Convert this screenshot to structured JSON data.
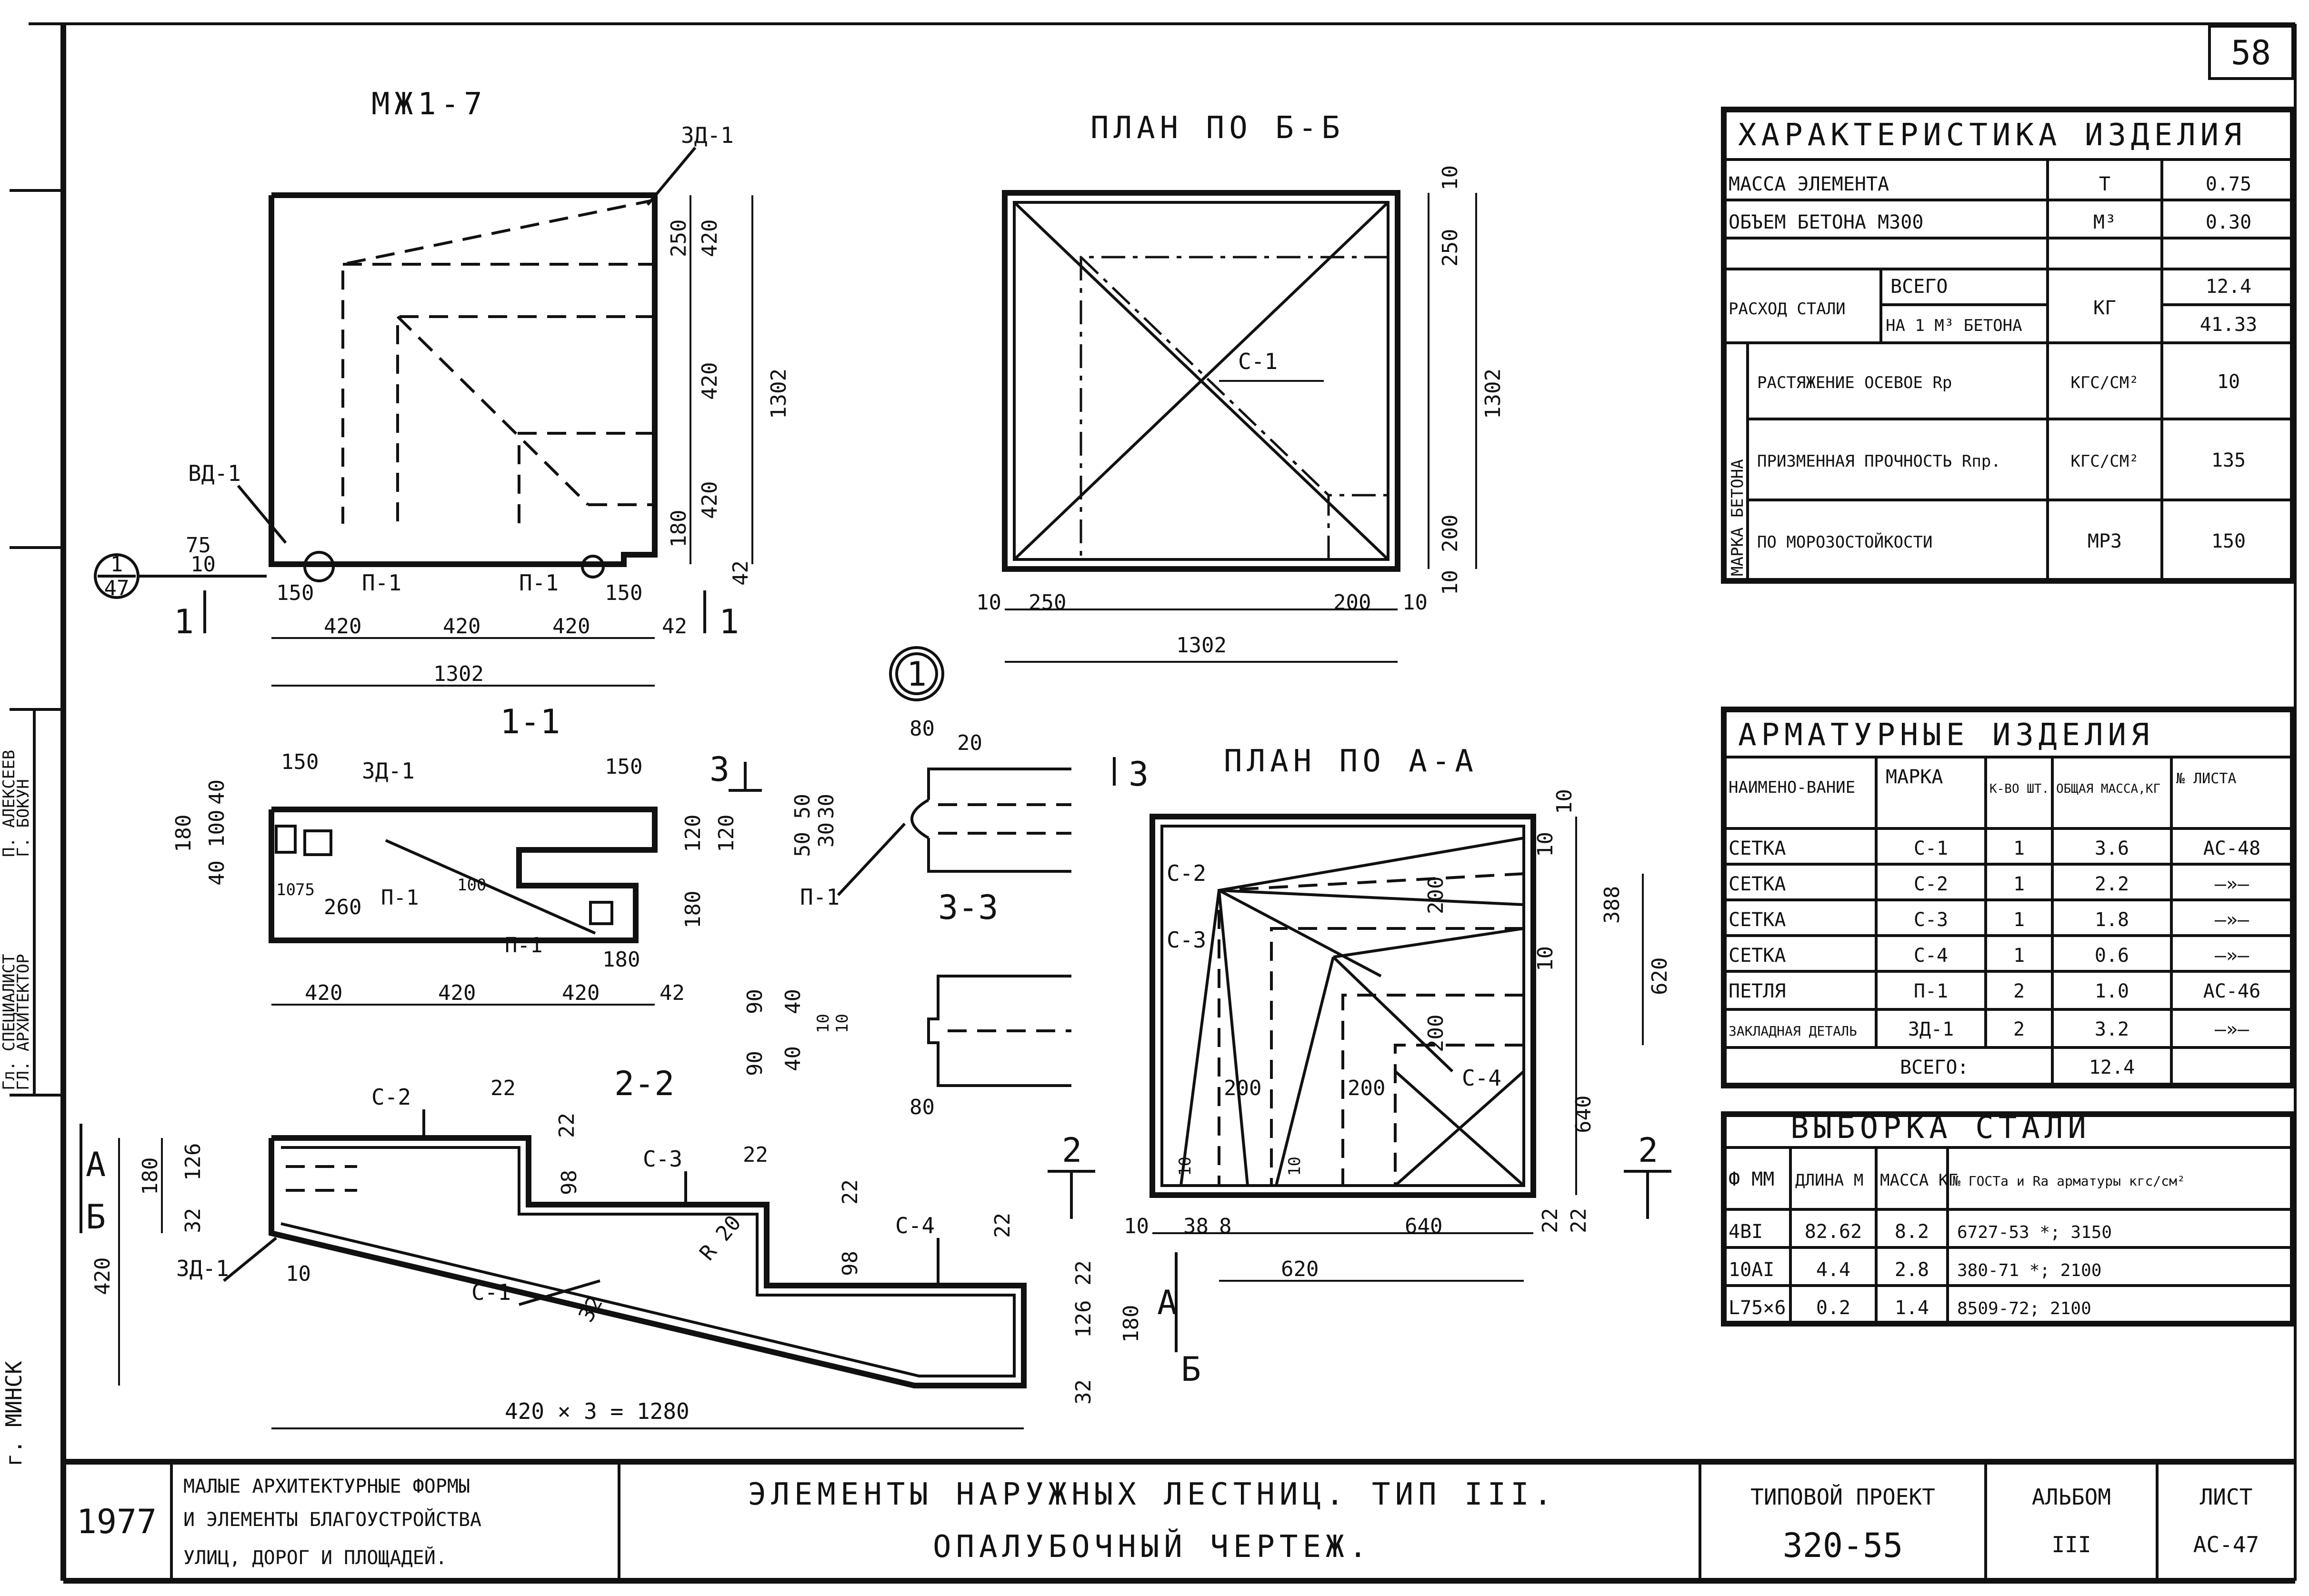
{
  "sheet": {
    "page_number": "58",
    "left_margin": {
      "city": "г. МИНСК",
      "roles": [
        "ГЛ. АРХИТЕКТОР",
        "Гл. СПЕЦИАЛИСТ"
      ],
      "names": [
        "Г. БОКУН",
        "П. АЛЕКСЕЕВ"
      ]
    }
  },
  "views": {
    "mzh": {
      "title": "МЖ1-7",
      "cut_label": "1-1"
    },
    "plan_bb": {
      "title": "ПЛАН ПО Б-Б"
    },
    "plan_aa": {
      "title": "ПЛАН ПО А-А"
    },
    "s22": {
      "title": "2-2"
    },
    "s33": {
      "title": "3-3"
    },
    "node": {
      "label": "1"
    },
    "callout": {
      "top": "1",
      "bottom": "47"
    }
  },
  "labels": {
    "zd1": "ЗД-1",
    "vd1": "ВД-1",
    "p1": "П-1",
    "c1": "С-1",
    "c2": "С-2",
    "c3": "С-3",
    "c4": "С-4",
    "r20": "R 20",
    "cut1": "1",
    "cut2": "2",
    "cut3": "3",
    "cutA": "А",
    "cutB": "Б"
  },
  "dims": {
    "d1302": "1302",
    "d420": "420",
    "d250": "250",
    "d180": "180",
    "d150": "150",
    "d75": "75",
    "d10": "10",
    "d42": "42",
    "d200": "200",
    "d40": "40",
    "d100": "100",
    "d120": "120",
    "d260": "260",
    "d80": "80",
    "d20": "20",
    "d50": "50",
    "d30": "30",
    "d90": "90",
    "d388": "388",
    "d620": "620",
    "d640": "640",
    "d38": "38",
    "d8": "8",
    "d22": "22",
    "d126": "126",
    "d32": "32",
    "d98": "98",
    "total": "420 × 3 = 1280"
  },
  "characteristics": {
    "title": "ХАРАКТЕРИСТИКА ИЗДЕЛИЯ",
    "rows": [
      {
        "name": "МАССА ЭЛЕМЕНТА",
        "unit": "Т",
        "value": "0.75"
      },
      {
        "name": "ОБЪЕМ БЕТОНА М300",
        "unit": "М³",
        "value": "0.30"
      }
    ],
    "steel": {
      "name": "РАСХОД СТАЛИ",
      "sub1": "ВСЕГО",
      "sub2": "НА 1 М³ БЕТОНА",
      "unit": "КГ",
      "v1": "12.4",
      "v2": "41.33"
    },
    "concrete_group": "МАРКА БЕТОНА",
    "concrete_rows": [
      {
        "name": "РАСТЯЖЕНИЕ ОСЕВОЕ Rр",
        "unit": "КГС/СМ²",
        "value": "10"
      },
      {
        "name": "ПРИЗМЕННАЯ ПРОЧНОСТЬ Rпр.",
        "unit": "КГС/СМ²",
        "value": "135"
      },
      {
        "name": "ПО МОРОЗОСТОЙКОСТИ",
        "unit": "МРЗ",
        "value": "150"
      }
    ]
  },
  "armature": {
    "title": "АРМАТУРНЫЕ ИЗДЕЛИЯ",
    "headers": [
      "НАИМЕНО-ВАНИЕ",
      "МАРКА",
      "К-ВО ШТ.",
      "ОБЩАЯ МАССА,КГ",
      "№ ЛИСТА"
    ],
    "rows": [
      [
        "СЕТКА",
        "С-1",
        "1",
        "3.6",
        "АС-48"
      ],
      [
        "СЕТКА",
        "С-2",
        "1",
        "2.2",
        "—»—"
      ],
      [
        "СЕТКА",
        "С-3",
        "1",
        "1.8",
        "—»—"
      ],
      [
        "СЕТКА",
        "С-4",
        "1",
        "0.6",
        "—»—"
      ],
      [
        "ПЕТЛЯ",
        "П-1",
        "2",
        "1.0",
        "АС-46"
      ],
      [
        "ЗАКЛАДНАЯ ДЕТАЛЬ",
        "ЗД-1",
        "2",
        "3.2",
        "—»—"
      ]
    ],
    "total_label": "ВСЕГО:",
    "total_value": "12.4"
  },
  "steel_selection": {
    "title": "ВЫБОРКА СТАЛИ",
    "headers": [
      "Ф ММ",
      "ДЛИНА М",
      "МАССА КГ",
      "№ ГОСТа и Ra арматуры кгс/см²"
    ],
    "rows": [
      [
        "4ВI",
        "82.62",
        "8.2",
        "6727-53 *; 3150"
      ],
      [
        "10АI",
        "4.4",
        "2.8",
        "380-71 *; 2100"
      ],
      [
        "L75×6",
        "0.2",
        "1.4",
        "8509-72; 2100"
      ]
    ]
  },
  "title_block": {
    "year": "1977",
    "org": [
      "МАЛЫЕ АРХИТЕКТУРНЫЕ ФОРМЫ",
      "И ЭЛЕМЕНТЫ БЛАГОУСТРОЙСТВА",
      "УЛИЦ, ДОРОГ И ПЛОЩАДЕЙ."
    ],
    "name": [
      "ЭЛЕМЕНТЫ НАРУЖНЫХ ЛЕСТНИЦ. ТИП III.",
      "ОПАЛУБОЧНЫЙ ЧЕРТЕЖ."
    ],
    "project_label": "ТИПОВОЙ ПРОЕКТ",
    "project_no": "320-55",
    "album_label": "АЛЬБОМ",
    "album_no": "III",
    "sheet_label": "ЛИСТ",
    "sheet_no": "АС-47"
  }
}
